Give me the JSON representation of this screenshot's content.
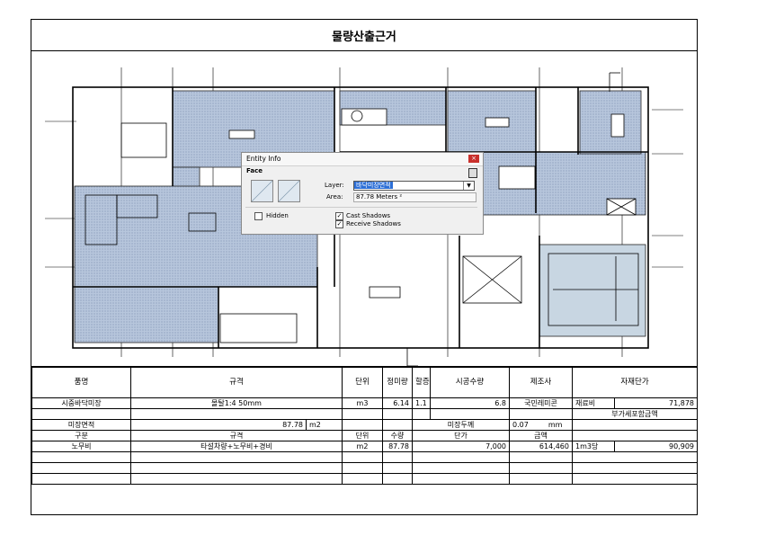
{
  "title": "물량산출근거",
  "entity_info": {
    "window_title": "Entity Info",
    "close_glyph": "×",
    "section": "Face",
    "layer_label": "Layer:",
    "layer_value": "바닥미장면적",
    "area_label": "Area:",
    "area_value": "87.78 Meters ²",
    "hidden_label": "Hidden",
    "hidden_checked": false,
    "cast_shadows_label": "Cast Shadows",
    "cast_shadows_checked": true,
    "receive_shadows_label": "Receive Shadows",
    "receive_shadows_checked": true
  },
  "table": {
    "header": {
      "item": "품명",
      "spec": "규격",
      "unit": "단위",
      "net_qty": "정미량",
      "surcharge": "할증",
      "work_qty": "시공수량",
      "maker": "제조사",
      "unit_price": "자재단가"
    },
    "row1": {
      "item": "시중바닥미장",
      "spec": "몰탈1:4 50mm",
      "unit": "m3",
      "net_qty": "6.14",
      "surcharge": "1.1",
      "work_qty": "6.8",
      "maker": "국민레미콘",
      "price_label": "재료비",
      "price_value": "71,878"
    },
    "row2": {
      "vat_note": "부가세포함금액"
    },
    "row3": {
      "area_label": "미장면적",
      "area_value": "87.78",
      "area_unit": "m2",
      "thickness_label": "미장두께",
      "thickness_value": "0.07",
      "thickness_unit": "mm"
    },
    "header2": {
      "category": "구분",
      "spec": "규격",
      "unit": "단위",
      "qty": "수량",
      "unit_cost": "단가",
      "amount": "금액"
    },
    "row4": {
      "category": "노무비",
      "spec": "타설차량+노무비+경비",
      "unit": "m2",
      "qty": "87.78",
      "unit_cost": "7,000",
      "amount": "614,460",
      "per_label": "1m3당",
      "per_value": "90,909"
    }
  }
}
